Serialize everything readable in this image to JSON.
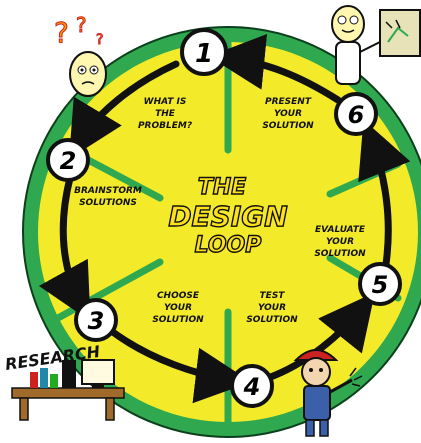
{
  "diagram": {
    "title_lines": [
      "THE",
      "DESIGN",
      "LOOP"
    ],
    "nodes": [
      {
        "number": "1",
        "label_lines": [
          "WHAT IS",
          "THE",
          "PROBLEM?"
        ]
      },
      {
        "number": "2",
        "label_lines": [
          "BRAINSTORM",
          "SOLUTIONS"
        ]
      },
      {
        "number": "3",
        "label_lines": [
          "CHOOSE",
          "YOUR",
          "SOLUTION"
        ]
      },
      {
        "number": "4",
        "label_lines": [
          "TEST",
          "YOUR",
          "SOLUTION"
        ]
      },
      {
        "number": "5",
        "label_lines": [
          "EVALUATE",
          "YOUR",
          "SOLUTION"
        ]
      },
      {
        "number": "6",
        "label_lines": [
          "PRESENT",
          "YOUR",
          "SOLUTION"
        ]
      }
    ],
    "research_sign": "RESEARCH",
    "colors": {
      "outer_ring": "#2fa84f",
      "wheel_fill": "#f3ea2a",
      "dividers": "#2fa84f",
      "arrow": "#111111",
      "title_fill": "#ffe11a"
    },
    "illustrations": [
      "thinking-bulb-figure",
      "presenter-bulb-figure",
      "research-desk",
      "engineer-figure"
    ]
  }
}
